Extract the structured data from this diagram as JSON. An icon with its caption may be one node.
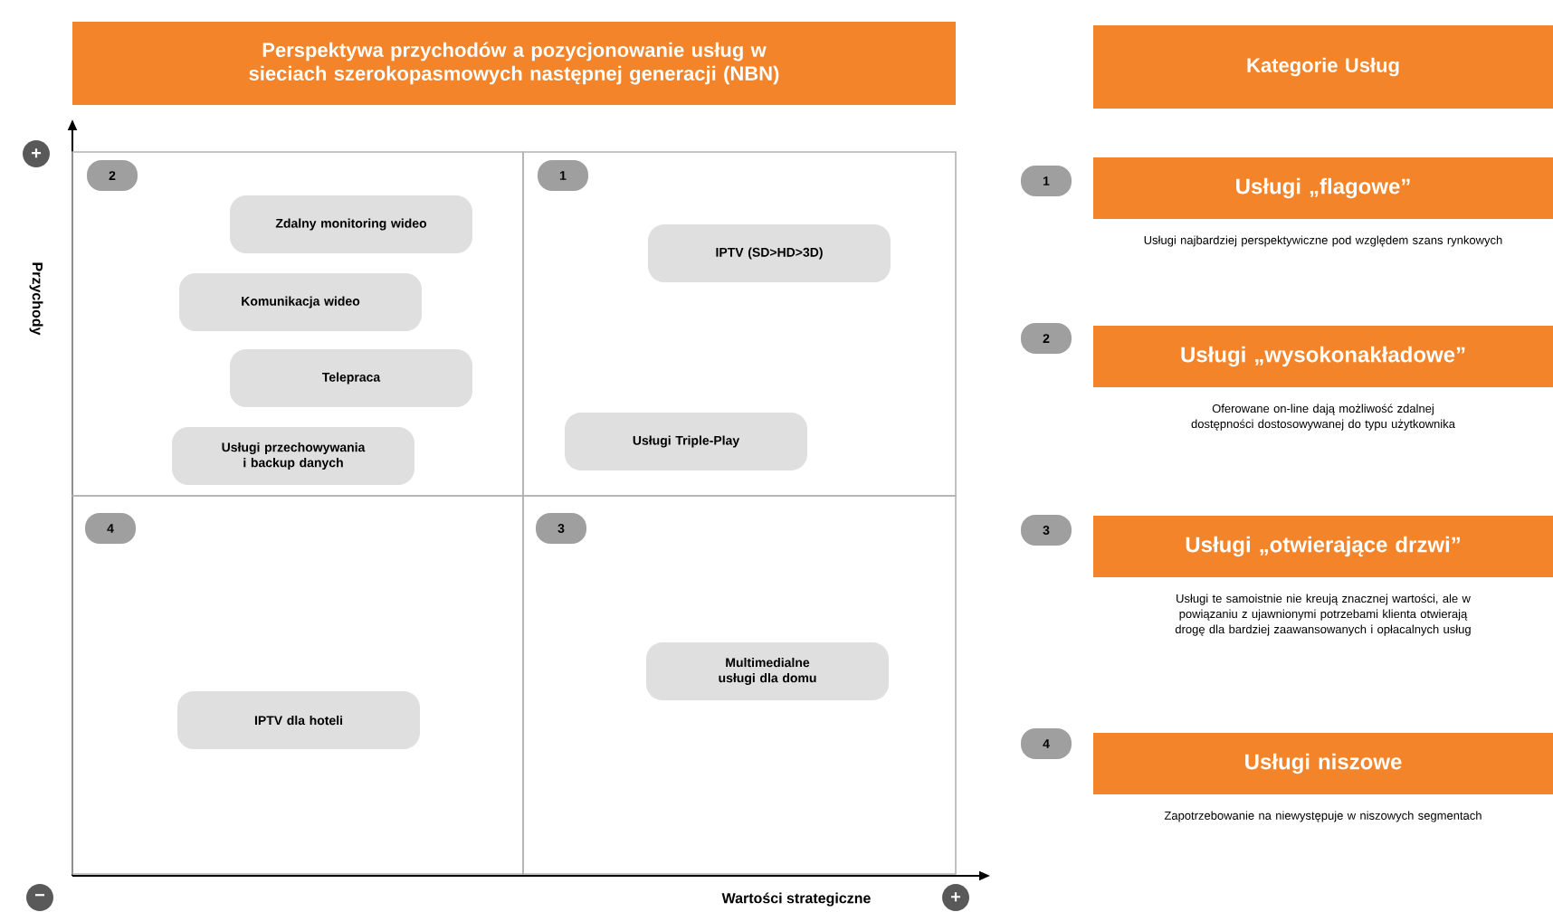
{
  "diagram": {
    "nodes": [
      {
        "text": [
          "Perspektywa przychodów a pozycjonowanie usług w sieciach szerokopasmowych następnej generacji (NBN)"
        ]
      },
      {
        "text": [],
        "shape": "box"
      },
      {
        "text": [
          "2"
        ],
        "in": 1
      },
      {
        "text": [
          "Zdalny monitoring wideo"
        ],
        "in": 1
      },
      {
        "text": [
          "Komunikacja wideo"
        ],
        "in": 1
      },
      {
        "text": [
          "Telepraca"
        ],
        "in": 1
      },
      {
        "text": [
          "Usługi przechowywania i backup danych"
        ],
        "in": 1
      },
      {
        "text": [],
        "shape": "box"
      },
      {
        "text": [
          "1"
        ],
        "in": 7
      },
      {
        "text": [
          "IPTV (SD>HD>3D)"
        ],
        "in": 7
      },
      {
        "text": [
          "Usługi Triple-Play"
        ],
        "in": 7
      },
      {
        "text": [],
        "shape": "box"
      },
      {
        "text": [
          "4"
        ],
        "in": 11
      },
      {
        "text": [
          "IPTV dla hoteli"
        ],
        "in": 11
      },
      {
        "text": [],
        "shape": "box"
      },
      {
        "text": [
          "3"
        ],
        "in": 14
      },
      {
        "text": [
          "Multimedialne usługi dla domu"
        ],
        "in": 14
      },
      {
        "text": [
          "Kategorie Usług"
        ]
      },
      {
        "text": [
          "1"
        ]
      },
      {
        "text": [
          "Usługi „flagowe”"
        ],
        "beside": [
          "Usługi najbardziej perspektywiczne pod względem szans rynkowych"
        ]
      },
      {
        "text": [
          "2"
        ]
      },
      {
        "text": [
          "Usługi „wysokonakładowe”"
        ],
        "beside": [
          "Oferowane on-line dają możliwość zdalnej dostępności dostosowywanej do typu użytkownika"
        ]
      },
      {
        "text": [
          "3"
        ]
      },
      {
        "text": [
          "Usługi „otwierające drzwi”"
        ],
        "beside": [
          "Usługi te samoistnie nie kreują znacznej wartości, ale w powiązaniu z ujawnionymi potrzebami klienta otwierają drogę dla bardziej zaawansowanych i opłacalnych usług"
        ]
      },
      {
        "text": [
          "4"
        ]
      },
      {
        "text": [
          "Usługi niszowe"
        ],
        "beside": [
          "Zapotrzebowanie na niewystępuje w niszowych segmentach"
        ]
      }
    ],
    "labels": [
      "+",
      "Przychody",
      "−",
      "Wartości strategiczne",
      "+"
    ]
  }
}
